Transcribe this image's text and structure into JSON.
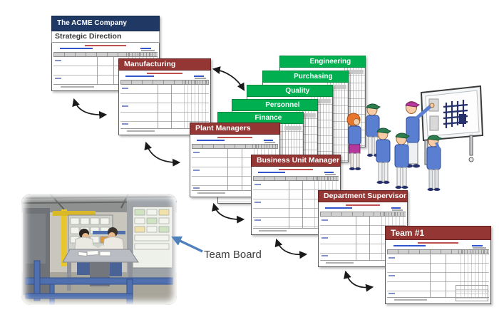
{
  "diagram": {
    "company_board": {
      "title": "The ACME Company",
      "subtitle": "Strategic Direction"
    },
    "cascade_boards": {
      "manufacturing": "Manufacturing",
      "plant_managers": "Plant Managers",
      "business_unit_manager": "Business Unit Manager",
      "department_supervisor": "Department Supervisor",
      "team": "Team #1"
    },
    "function_boards": [
      {
        "label": "Engineering"
      },
      {
        "label": "Purchasing"
      },
      {
        "label": "Quality"
      },
      {
        "label": "Personnel"
      },
      {
        "label": "Finance"
      }
    ],
    "caption": {
      "team_board_label": "Team Board"
    },
    "colors": {
      "navy": "#1F3864",
      "dark_red": "#943634",
      "green": "#00B050",
      "arrow_black": "#1a1a1a",
      "arrow_blue": "#4f81bd"
    }
  }
}
